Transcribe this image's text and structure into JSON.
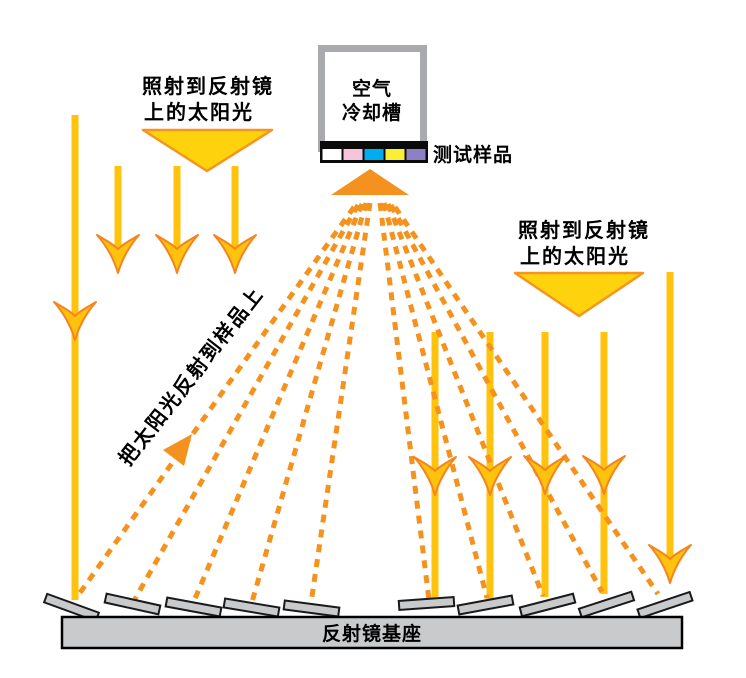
{
  "diagram": {
    "title_hint": "solar-concentrator-test-diagram",
    "labels": {
      "left_sunlight": {
        "line1": "照射到反射镜",
        "line2": "上的太阳光"
      },
      "right_sunlight": {
        "line1": "照射到反射镜",
        "line2": "上的太阳光"
      },
      "cooling_box": {
        "line1": "空气",
        "line2": "冷却槽"
      },
      "test_sample": "测试样品",
      "reflect_to_sample": "把太阳光反射到样品上",
      "mirror_base": "反射镜基座"
    },
    "colors": {
      "sun_ray_fill": "#FFC20D",
      "sun_ray_stroke": "#F5841F",
      "sunlight_triangle_fill": "#FFD20E",
      "sunlight_triangle_stroke": "#F7941D",
      "reflected_ray_dash": "#F5921E",
      "converging_arrow": "#F5911E",
      "cooling_box_border": "#A8AAAD",
      "mirror_fill": "#C9CACC",
      "base_fill": "#C9CACC",
      "sample_swatches": [
        "#FFFFFF",
        "#F6C4DB",
        "#00AEEF",
        "#FBEF34",
        "#8E80C5"
      ]
    },
    "structure": {
      "mirror_count": 10,
      "incoming_ray_count_left": 4,
      "incoming_ray_count_right": 5,
      "reflected_ray_count": 10
    }
  }
}
